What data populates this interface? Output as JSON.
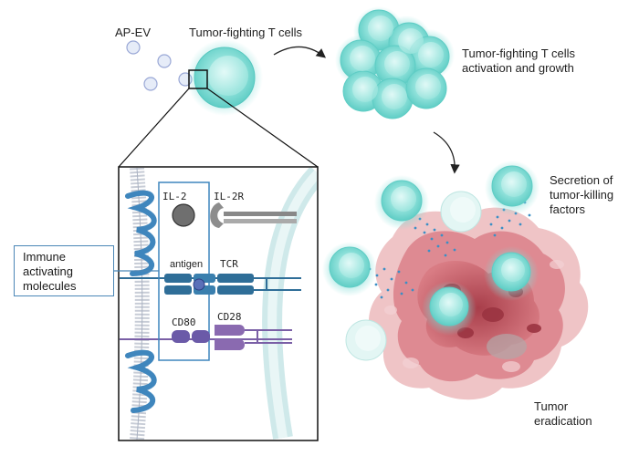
{
  "labels": {
    "ap_ev": "AP-EV",
    "tcells": "Tumor-fighting T cells",
    "activation": "Tumor-fighting T cells activation and growth",
    "secretion": "Secretion of tumor-killing factors",
    "eradication": "Tumor eradication",
    "immune": "Immune activating molecules",
    "il2": "IL-2",
    "il2r": "IL-2R",
    "antigen": "antigen",
    "tcr": "TCR",
    "cd80": "CD80",
    "cd28": "CD28"
  },
  "colors": {
    "tcell": "#7fdcd6",
    "tcell_glow": "#bff0ec",
    "receptor_blue": "#2f6e98",
    "membrane_blue": "#3f86bd",
    "cd_purple": "#7a5fa6",
    "tumor_red": "#c8545e",
    "tumor_pink": "#e7a3a8",
    "dots": "#3b8fc5",
    "frame": "#111111"
  }
}
